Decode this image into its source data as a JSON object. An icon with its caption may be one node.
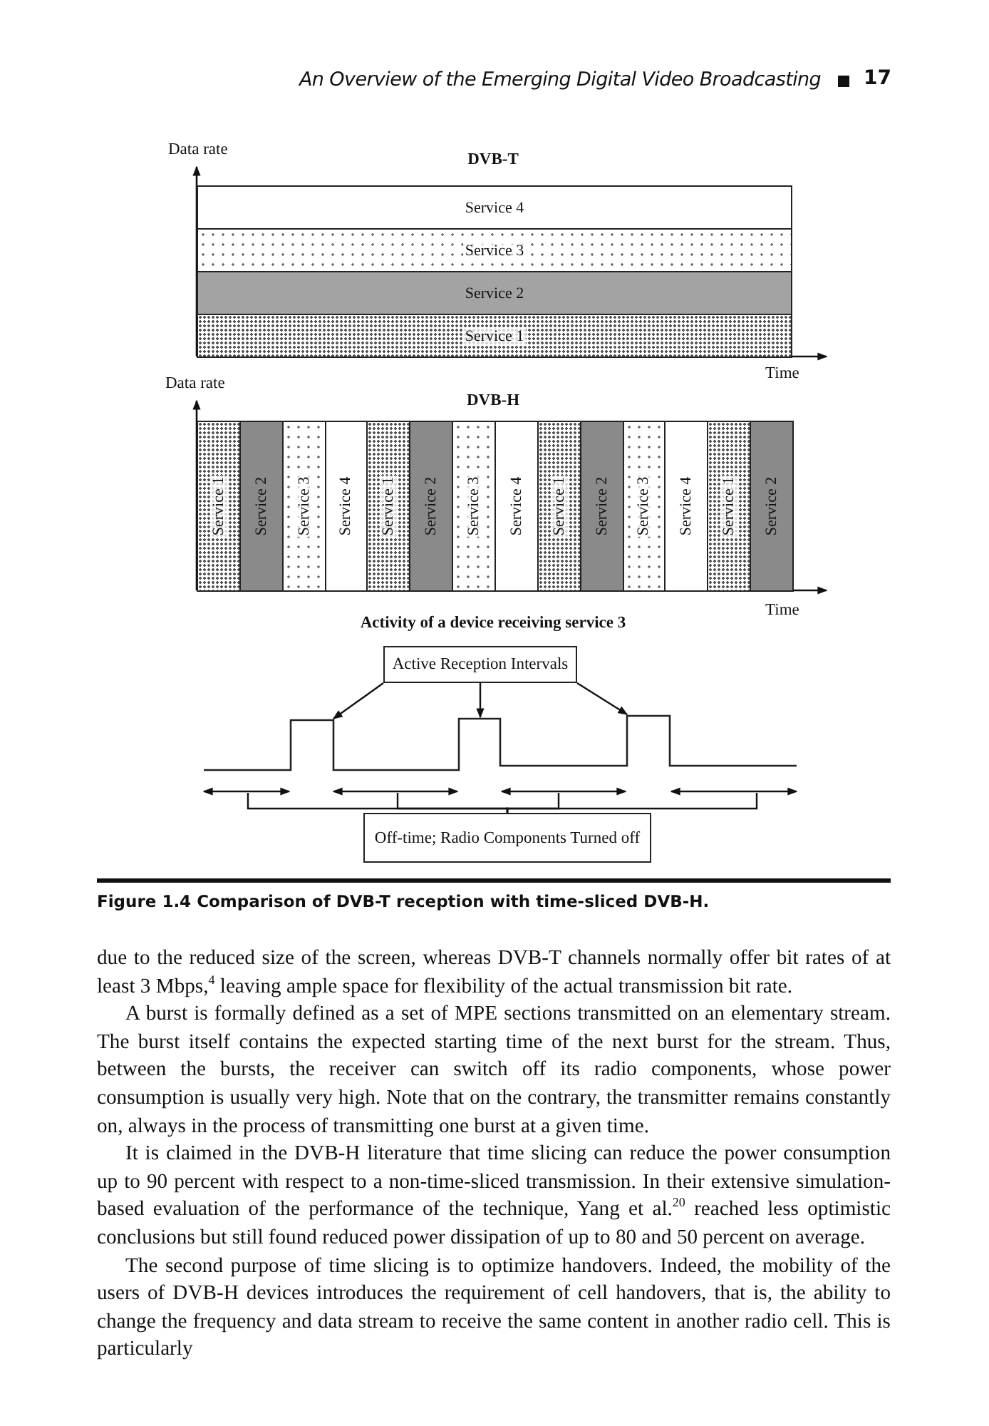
{
  "diagram": {
    "caption": "Figure 1.4 Comparison of DVB-T reception with time-sliced DVB-H.",
    "nodes": [
      {
        "text": [
          "Service 4"
        ]
      },
      {
        "text": [
          "Service 3"
        ]
      },
      {
        "text": [
          "Service 2"
        ]
      },
      {
        "text": [
          "Service 1"
        ]
      },
      {
        "text": [
          "Service 1"
        ]
      },
      {
        "text": [
          "Service 2"
        ]
      },
      {
        "text": [
          "Service 3"
        ]
      },
      {
        "text": [
          "Service 4"
        ]
      },
      {
        "text": [
          "Service 1"
        ]
      },
      {
        "text": [
          "Service 2"
        ]
      },
      {
        "text": [
          "Service 3"
        ]
      },
      {
        "text": [
          "Service 4"
        ]
      },
      {
        "text": [
          "Service 1"
        ]
      },
      {
        "text": [
          "Service 2"
        ]
      },
      {
        "text": [
          "Service 3"
        ]
      },
      {
        "text": [
          "Service 4"
        ]
      },
      {
        "text": [
          "Service 1"
        ]
      },
      {
        "text": [
          "Service 2"
        ]
      },
      {
        "text": [
          "Active Reception Intervals"
        ]
      },
      {
        "text": [
          "Off-time; Radio Components Turned off"
        ]
      }
    ],
    "edges": [
      {
        "from": 18,
        "to": null,
        "arrow": "to"
      },
      {
        "from": 18,
        "to": null,
        "arrow": "to"
      },
      {
        "from": 18,
        "to": null,
        "arrow": "to"
      },
      {
        "from": 19,
        "to": null,
        "arrow": "none"
      },
      {
        "from": 19,
        "to": null,
        "arrow": "none"
      },
      {
        "from": 19,
        "to": null,
        "arrow": "none"
      },
      {
        "from": 19,
        "to": null,
        "arrow": "none"
      }
    ],
    "labels": [
      "An Overview of the Emerging Digital Video Broadcasting",
      "17",
      "Data rate",
      "DVB-T",
      "Time",
      "Data rate",
      "DVB-H",
      "Time",
      "Activity of a device receiving service 3",
      "due to the reduced size of the screen, whereas DVB-T channels normally offer bit rates of at least 3 Mbps,$^{4}$ leaving ample space for flexibility of the actual transmission bit rate.",
      "A burst is formally defined as a set of MPE sections transmitted on an elementary stream. The burst itself contains the expected starting time of the next burst for the stream. Thus, between the bursts, the receiver can switch off its radio components, whose power consumption is usually very high. Note that on the contrary, the transmitter remains constantly on, always in the process of transmitting one burst at a given time.",
      "It is claimed in the DVB-H literature that time slicing can reduce the power consumption up to 90 percent with respect to a non-time-sliced transmission. In their extensive simulation-based evaluation of the performance of the technique, Yang et al.$^{20}$ reached less optimistic conclusions but still found reduced power dissipation of up to 80 and 50 percent on average.",
      "The second purpose of time slicing is to optimize handovers. Indeed, the mobility of the users of DVB-H devices introduces the requirement of cell handovers, that is, the ability to change the frequency and data stream to receive the same content in another radio cell. This is particularly"
    ]
  }
}
